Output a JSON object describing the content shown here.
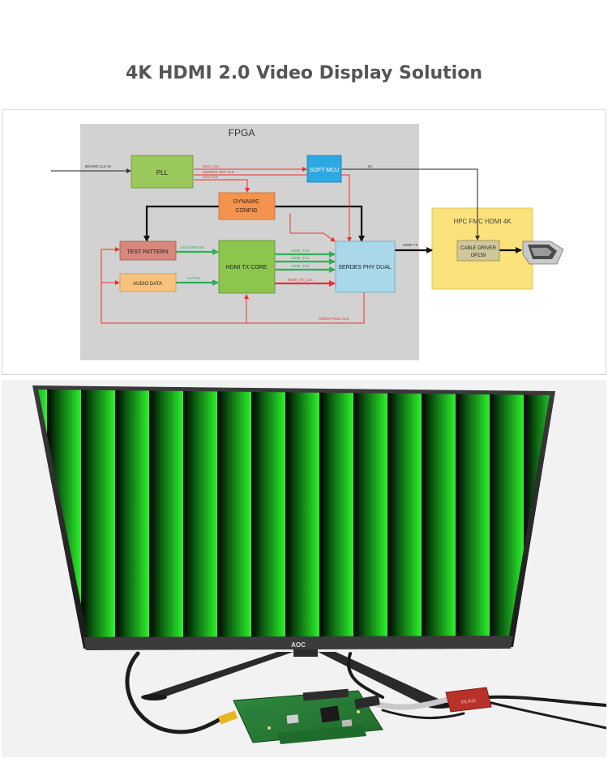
{
  "page": {
    "title": "4K HDMI 2.0 Video Display Solution"
  },
  "diagram": {
    "fpga_label": "FPGA",
    "hpc_label": "HPC FMC HDMI 4K",
    "blocks": {
      "pll": "PLL",
      "soft_mcu": "SOFT MCU",
      "dynamic_config_line1": "DYNAMIC",
      "dynamic_config_line2": "CONFIG",
      "test_pattern": "TEST PATTERN",
      "audio_data": "AUDIO DATA",
      "hdmi_tx_core": "HDMI TX CORE",
      "serdes_phy": "SERDES PHY DUAL",
      "cable_driver_line1": "CABLE DRIVER",
      "cable_driver_line2": "DP159"
    },
    "signals": {
      "board_clk_in": "BOARD CLK IN",
      "mcu_clk": "MCU CLK",
      "serdes_ref_clk": "SERDES REF CLK",
      "sys_clk": "SYS CLK",
      "iic": "IIC",
      "axi4_stream": "AXI4-STREAM",
      "native": "NATIVE",
      "hdmi_tx0": "HDMI_TX0",
      "hdmi_tx1": "HDMI_TX1",
      "hdmi_tx2": "HDMI_TX2",
      "hdmi_tx_clk": "HDMI_TX_CLK",
      "hdmi_tx": "HDMI TX",
      "video_pixel_clk": "VIDEO PIXEL CLK"
    }
  },
  "photo": {
    "monitor_brand": "AOC",
    "dongle_label": "XILINX"
  },
  "colors": {
    "fpga_bg": "#d2d2d2",
    "hpc_bg": "#fbe27a",
    "pll": "#9bc85a",
    "soft_mcu": "#2ea8e3",
    "dynamic_config": "#f4934e",
    "test_pattern": "#d8877c",
    "audio_data": "#f8c27d",
    "hdmi_tx_core": "#8cc64d",
    "serdes_phy": "#a9d8ea",
    "cable_driver": "#cfc79a",
    "green_wire": "#2fae55",
    "red_wire": "#e8322c"
  }
}
